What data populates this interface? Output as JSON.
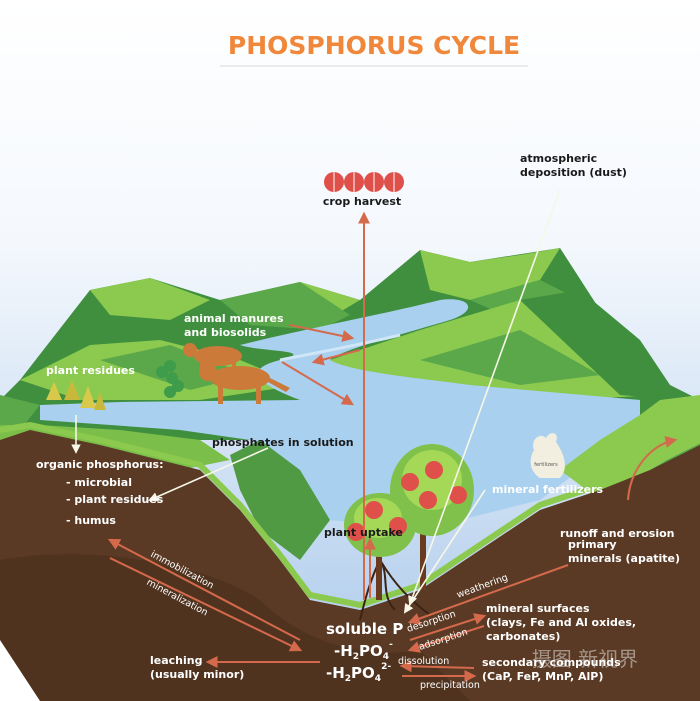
{
  "title": "PHOSPHORUS CYCLE",
  "labels": {
    "crop_harvest": "crop harvest",
    "atmospheric_1": "atmospheric",
    "atmospheric_2": "deposition (dust)",
    "animal_1": "animal manures",
    "animal_2": "and biosolids",
    "plant_residues": "plant residues",
    "phosphates_solution": "phosphates in solution",
    "organic_title": "organic phosphorus:",
    "organic_microbial": "- microbial",
    "organic_plant": "- plant residues",
    "organic_humus": "- humus",
    "mineral_fertilizers": "mineral fertilizers",
    "fertilizer_bag": "fertilizers",
    "runoff": "runoff and erosion",
    "plant_uptake": "plant uptake",
    "primary_1": "primary",
    "primary_2": "minerals (apatite)",
    "immobilization": "immobilization",
    "mineralization": "mineralization",
    "weathering": "weathering",
    "mineral_surf_1": "mineral surfaces",
    "mineral_surf_2": "(clays, Fe and Al oxides,",
    "mineral_surf_3": "carbonates)",
    "soluble_p": "soluble P",
    "h2po4_1": "-H",
    "h2po4_2": "-H",
    "desorption": "desorption",
    "adsorption": "adsorption",
    "dissolution": "dissolution",
    "precipitation": "precipitation",
    "leaching_1": "leaching",
    "leaching_2": "(usually minor)",
    "secondary_1": "secondary compounds",
    "secondary_2": "(CaP, FeP, MnP, AlP)",
    "watermark": "摄图  新视界"
  },
  "colors": {
    "title": "#f0873a",
    "sky_top": "#ffffff",
    "sky_bottom": "#aac9ea",
    "mountain_dark": "#3f8f3e",
    "mountain_mid": "#5aa84a",
    "mountain_light": "#8cc94f",
    "water": "#a9d0ee",
    "soil": "#5a3a25",
    "soil_dark": "#3e2718",
    "arrow": "#d4694c",
    "cow": "#cc7a3a"
  }
}
